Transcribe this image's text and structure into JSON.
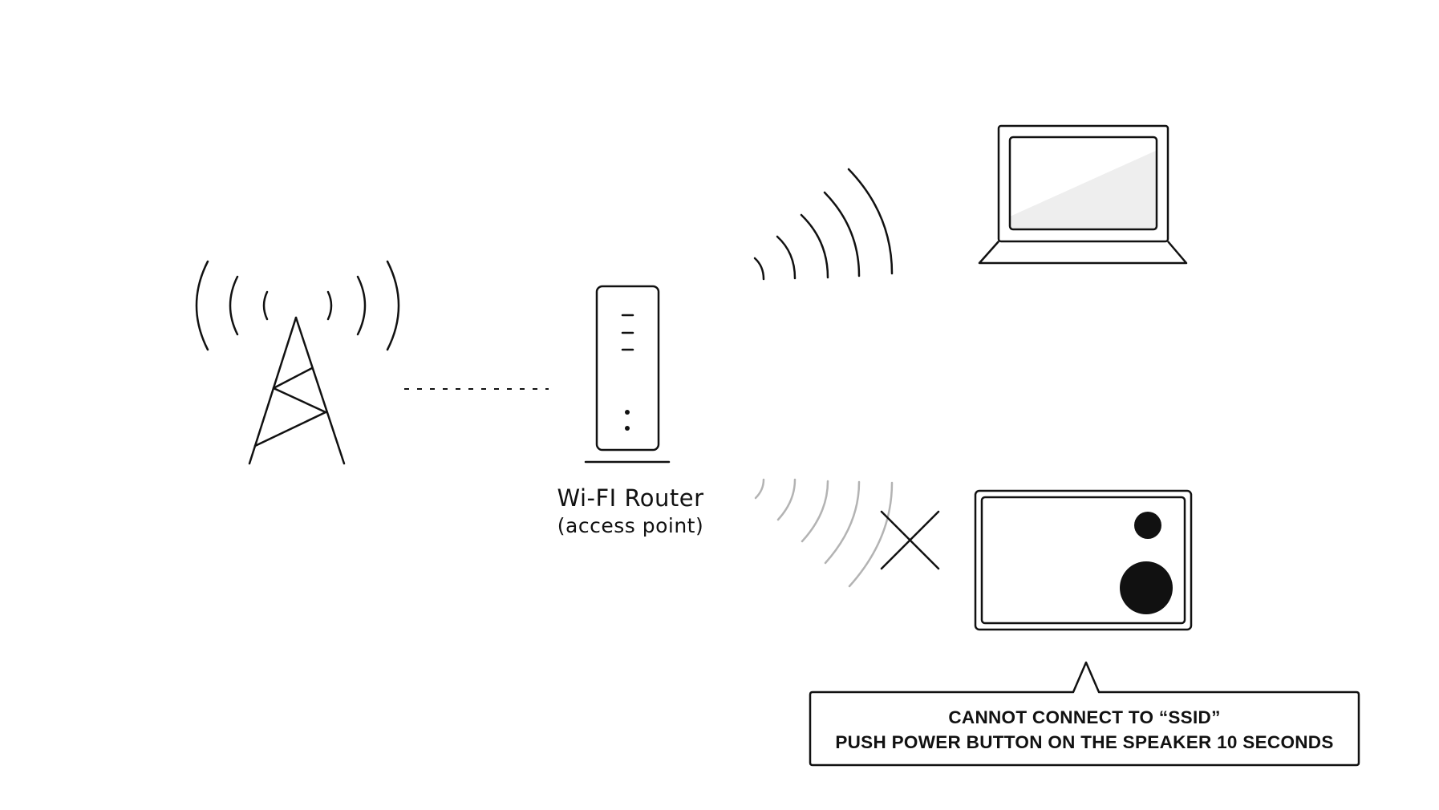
{
  "router": {
    "name": "Wi-FI Router",
    "subtitle": "(access point)"
  },
  "callout": {
    "line1": "CANNOT CONNECT TO “SSID”",
    "line2": "PUSH POWER BUTTON ON THE SPEAKER 10 SECONDS"
  },
  "colors": {
    "stroke": "#111111",
    "weak_signal": "#b3b3b3",
    "screen_glare": "#eeeeee"
  }
}
